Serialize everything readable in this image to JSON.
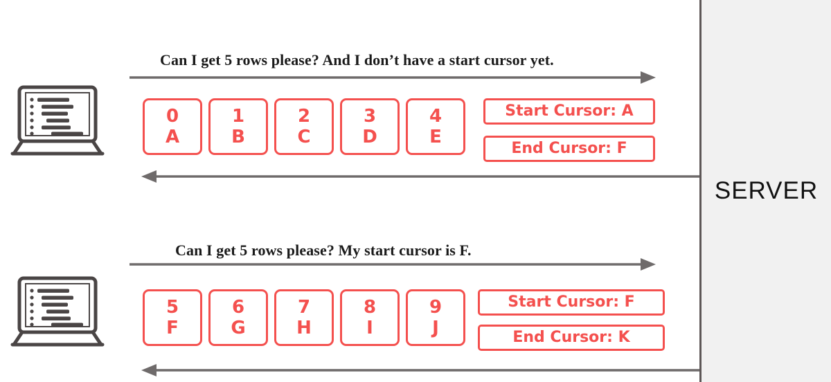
{
  "server": {
    "label": "SERVER"
  },
  "colors": {
    "accent_red": "#f4504e",
    "arrow_gray": "#6f6b6b",
    "laptop_gray": "#4a4545",
    "server_bg": "#f1f1f1",
    "text_black": "#1a1a1a"
  },
  "exchanges": [
    {
      "client_icon": "laptop-icon",
      "request_text": "Can I get 5 rows please?  And I don’t have a start cursor yet.",
      "request_arrow_direction": "right",
      "response_arrow_direction": "left",
      "rows": [
        {
          "index": "0",
          "cursor": "A"
        },
        {
          "index": "1",
          "cursor": "B"
        },
        {
          "index": "2",
          "cursor": "C"
        },
        {
          "index": "3",
          "cursor": "D"
        },
        {
          "index": "4",
          "cursor": "E"
        }
      ],
      "start_cursor_label": "Start Cursor: A",
      "end_cursor_label": "End Cursor: F"
    },
    {
      "client_icon": "laptop-icon",
      "request_text": "Can I get 5 rows please?  My start cursor is F.",
      "request_arrow_direction": "right",
      "response_arrow_direction": "left",
      "rows": [
        {
          "index": "5",
          "cursor": "F"
        },
        {
          "index": "6",
          "cursor": "G"
        },
        {
          "index": "7",
          "cursor": "H"
        },
        {
          "index": "8",
          "cursor": "I"
        },
        {
          "index": "9",
          "cursor": "J"
        }
      ],
      "start_cursor_label": "Start Cursor: F",
      "end_cursor_label": "End Cursor: K"
    }
  ]
}
